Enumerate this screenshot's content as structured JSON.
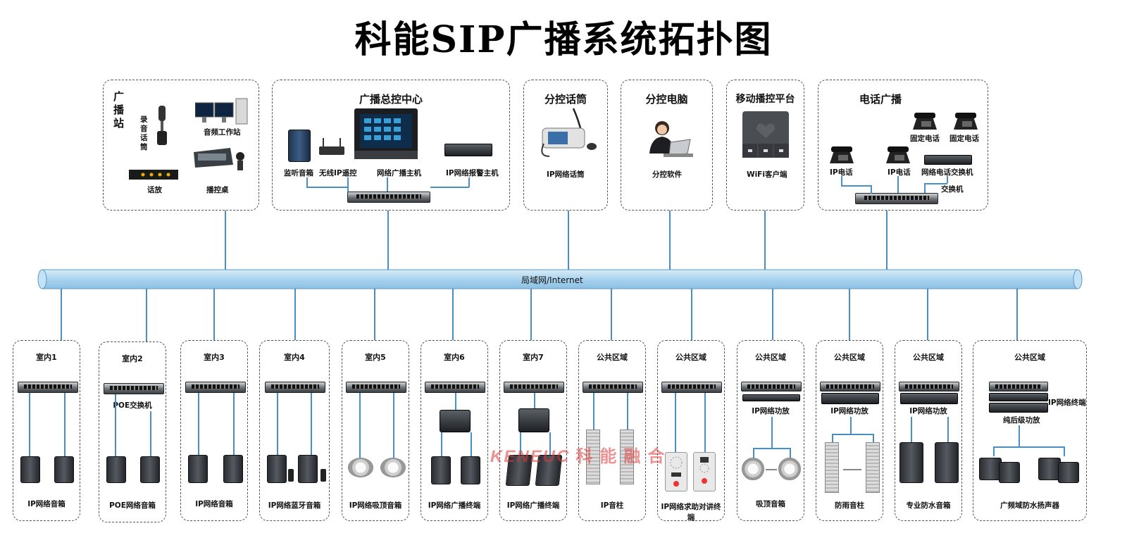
{
  "title": "科能SIP广播系统拓扑图",
  "network_label": "局域网/Internet",
  "watermark": {
    "latin": "KENEUC",
    "cjk": "科能融合"
  },
  "top_groups": [
    {
      "title": "广播站",
      "labels": {
        "mic": "录音话筒",
        "workstation": "音频工作站",
        "talk": "话放",
        "desk": "播控桌"
      }
    },
    {
      "title": "广播总控中心",
      "labels": {
        "monitor": "监听音箱",
        "remote": "无线IP遥控",
        "host": "网络广播主机",
        "alarm": "IP网络报警主机"
      }
    },
    {
      "title": "分控话筒",
      "labels": {
        "device": "IP网络话筒"
      }
    },
    {
      "title": "分控电脑",
      "labels": {
        "device": "分控软件"
      }
    },
    {
      "title": "移动播控平台",
      "labels": {
        "device": "WiFi客户端"
      }
    },
    {
      "title": "电话广播",
      "labels": {
        "fixed1": "固定电话",
        "fixed2": "固定电话",
        "ip1": "IP电话",
        "ip2": "IP电话",
        "gateway": "网络电话交换机",
        "switch": "交换机"
      }
    }
  ],
  "bottom_groups": [
    {
      "title": "室内1",
      "sub": "",
      "device": "IP网络音箱"
    },
    {
      "title": "室内2",
      "sub": "POE交换机",
      "device": "POE网络音箱"
    },
    {
      "title": "室内3",
      "sub": "",
      "device": "IP网络音箱"
    },
    {
      "title": "室内4",
      "sub": "",
      "device": "IP网络蓝牙音箱"
    },
    {
      "title": "室内5",
      "sub": "",
      "device": "IP网络吸顶音箱"
    },
    {
      "title": "室内6",
      "sub": "",
      "device": "IP网络广播终端"
    },
    {
      "title": "室内7",
      "sub": "",
      "device": "IP网络广播终端"
    },
    {
      "title": "公共区域",
      "sub": "",
      "device": "IP音柱"
    },
    {
      "title": "公共区域",
      "sub": "",
      "device": "IP网络求助对讲终端"
    },
    {
      "title": "公共区域",
      "sub": "IP网络功放",
      "device": "吸顶音箱"
    },
    {
      "title": "公共区域",
      "sub": "IP网络功放",
      "device": "防雨音柱"
    },
    {
      "title": "公共区域",
      "sub": "IP网络功放",
      "device": "专业防水音箱"
    },
    {
      "title": "公共区域",
      "sub": "IP网络终端",
      "sub2": "纯后级功放",
      "device": "广频域防水扬声器"
    }
  ]
}
